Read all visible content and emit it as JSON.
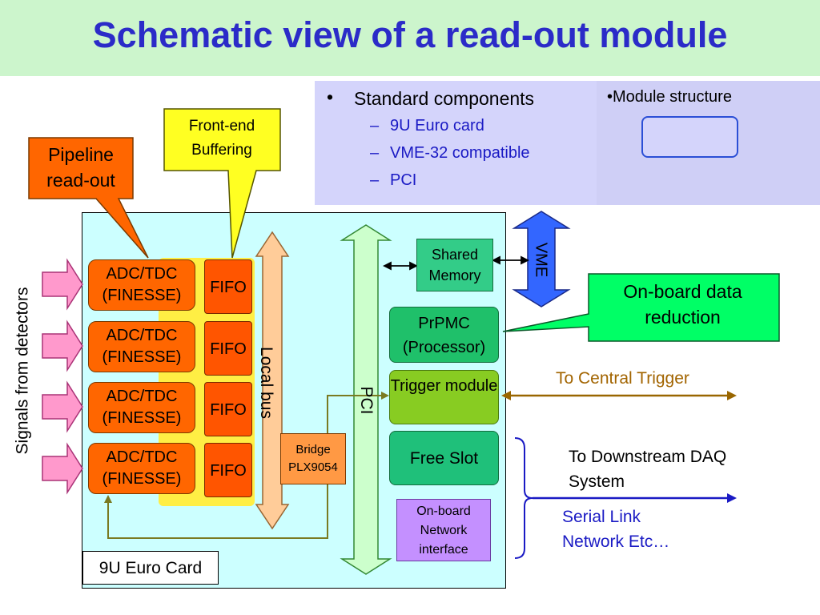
{
  "title": "Schematic view of a read-out module",
  "standard": {
    "heading": "Standard components",
    "items": [
      "9U Euro card",
      "VME-32 compatible",
      "PCI"
    ]
  },
  "module_structure": "•Module structure",
  "callouts": {
    "pipeline": "Pipeline read-out",
    "frontend": "Front-end Buffering",
    "onboard": "On-board data reduction"
  },
  "signals_label": "Signals from detectors",
  "adc_label": "ADC/TDC (FINESSE)",
  "fifo_label": "FIFO",
  "local_bus": "Local bus",
  "pci": "PCI",
  "vme": "VME",
  "shared_memory": "Shared Memory",
  "prpmc": "PrPMC (Processor)",
  "trigger": "Trigger module",
  "free_slot": "Free Slot",
  "network": "On-board Network interface",
  "bridge": "Bridge PLX9054",
  "euro_card": "9U Euro Card",
  "central_trigger": "To Central Trigger",
  "downstream": "To Downstream DAQ System",
  "serial": "Serial Link Network Etc…",
  "colors": {
    "title": "#2b2bc8",
    "adc": "#ff6600",
    "fifo": "#ff5500",
    "card": "#ccffff",
    "local_bus": "#ffcc99",
    "pci_bus": "#ccffcc",
    "vme": "#3366ff",
    "trigger_arrow": "#996600",
    "serial_arrow": "#1a1ac4"
  }
}
